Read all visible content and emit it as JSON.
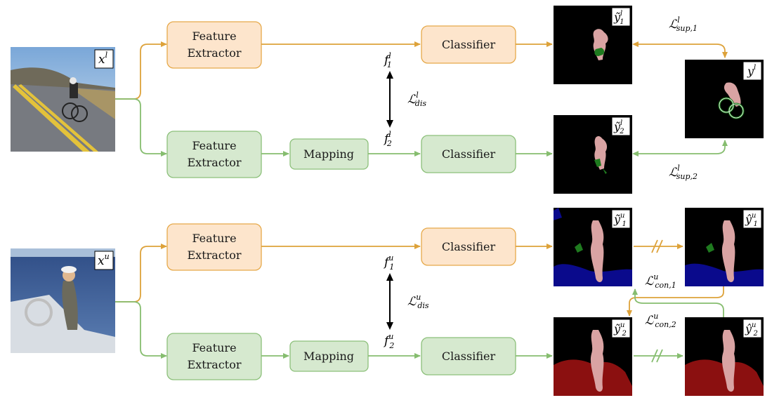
{
  "colors": {
    "orange_fill": "#fde5cc",
    "orange_stroke": "#e6a94a",
    "orange_line": "#dda23a",
    "green_fill": "#d6e9cf",
    "green_stroke": "#8cc07a",
    "green_line": "#86bd6f",
    "mask_bg": "#000000",
    "person": "#d9a3a3",
    "bicycle": "#1f7a1f",
    "sea": "#0a0a8c",
    "boat": "#8b1010"
  },
  "labeled": {
    "image_label": "x",
    "image_sup": "l",
    "top_branch": {
      "extractor_line1": "Feature",
      "extractor_line2": "Extractor",
      "classifier": "Classifier",
      "feature": "f",
      "feature_sup": "l",
      "feature_sub": "1",
      "pred": "ỹ",
      "pred_sup": "l",
      "pred_sub": "1"
    },
    "bottom_branch": {
      "extractor_line1": "Feature",
      "extractor_line2": "Extractor",
      "mapping": "Mapping",
      "classifier": "Classifier",
      "feature": "f",
      "feature_sup": "l",
      "feature_sub": "2",
      "pred": "ỹ",
      "pred_sup": "l",
      "pred_sub": "2"
    },
    "dis_loss": "ℒ",
    "dis_sup": "l",
    "dis_sub": "dis",
    "gt": "y",
    "gt_sup": "l",
    "sup1": "ℒ",
    "sup1_sup": "l",
    "sup1_sub": "sup,1",
    "sup2": "ℒ",
    "sup2_sup": "l",
    "sup2_sub": "sup,2"
  },
  "unlabeled": {
    "image_label": "x",
    "image_sup": "u",
    "top_branch": {
      "extractor_line1": "Feature",
      "extractor_line2": "Extractor",
      "classifier": "Classifier",
      "feature": "f",
      "feature_sup": "u",
      "feature_sub": "1",
      "pred": "ỹ",
      "pred_sup": "u",
      "pred_sub": "1",
      "pseudo": "ŷ",
      "pseudo_sup": "u",
      "pseudo_sub": "1"
    },
    "bottom_branch": {
      "extractor_line1": "Feature",
      "extractor_line2": "Extractor",
      "mapping": "Mapping",
      "classifier": "Classifier",
      "feature": "f",
      "feature_sup": "u",
      "feature_sub": "2",
      "pred": "ỹ",
      "pred_sup": "u",
      "pred_sub": "2",
      "pseudo": "ŷ",
      "pseudo_sup": "u",
      "pseudo_sub": "2"
    },
    "dis_loss": "ℒ",
    "dis_sup": "u",
    "dis_sub": "dis",
    "con1": "ℒ",
    "con1_sup": "u",
    "con1_sub": "con,1",
    "con2": "ℒ",
    "con2_sup": "u",
    "con2_sub": "con,2"
  }
}
